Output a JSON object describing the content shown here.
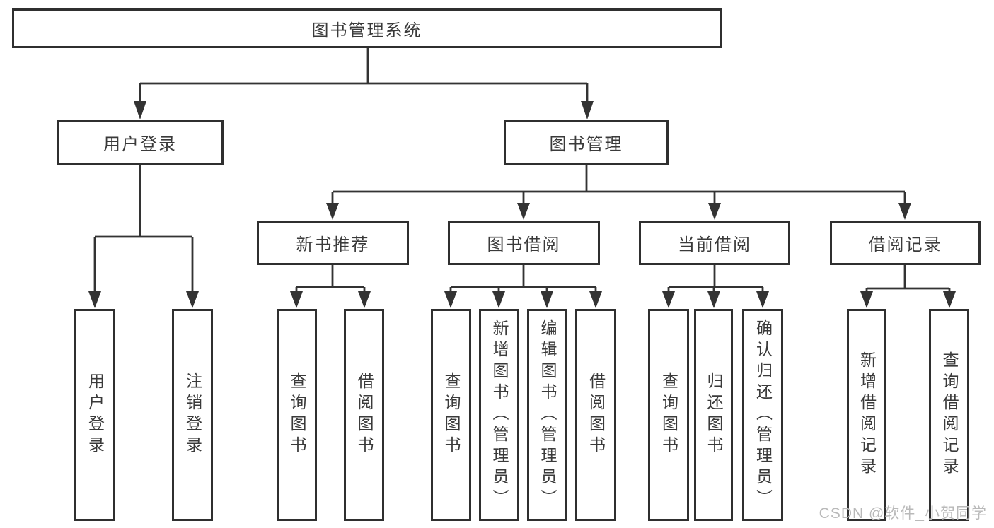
{
  "diagram": {
    "root": "图书管理系统",
    "level2": {
      "user_login": "用户登录",
      "book_mgmt": "图书管理"
    },
    "level3": {
      "new_books": "新书推荐",
      "book_borrow": "图书借阅",
      "current_borrow": "当前借阅",
      "borrow_records": "借阅记录"
    },
    "leaves": {
      "user_login": "用户登录",
      "logout": "注销登录",
      "nb_query": "查询图书",
      "nb_borrow": "借阅图书",
      "bb_query": "查询图书",
      "bb_add": "新增图书（管理员）",
      "bb_edit": "编辑图书（管理员）",
      "bb_borrow": "借阅图书",
      "cb_query": "查询图书",
      "cb_return": "归还图书",
      "cb_confirm": "确认归还（管理员）",
      "br_add": "新增借阅记录",
      "br_query": "查询借阅记录"
    }
  },
  "watermark": "CSDN @软件_小贺同学",
  "colors": {
    "line": "#333333",
    "border": "#2f2f2f",
    "text": "#3a3a3a",
    "watermark": "#b9b9b9",
    "background": "#ffffff"
  }
}
